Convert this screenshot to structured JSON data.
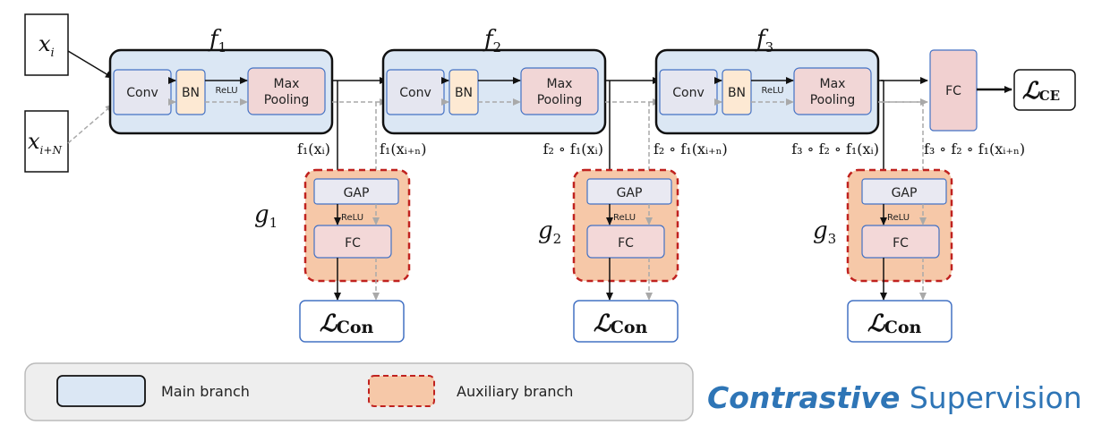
{
  "inputs": {
    "xi": "x",
    "xi_sub": "i",
    "xin": "x",
    "xin_sub": "i+N"
  },
  "stages": [
    {
      "fname": "f",
      "fsub": "1",
      "gname": "g",
      "gsub": "1",
      "main_label": "f₁(xᵢ)",
      "aux_label": "f₁(xᵢ₊ₙ)"
    },
    {
      "fname": "f",
      "fsub": "2",
      "gname": "g",
      "gsub": "2",
      "main_label": "f₂ ∘ f₁(xᵢ)",
      "aux_label": "f₂ ∘ f₁(xᵢ₊ₙ)"
    },
    {
      "fname": "f",
      "fsub": "3",
      "gname": "g",
      "gsub": "3",
      "main_label": "f₃ ∘ f₂ ∘ f₁(xᵢ)",
      "aux_label": "f₃ ∘ f₂ ∘ f₁(xᵢ₊ₙ)"
    }
  ],
  "blocks": {
    "conv": "Conv",
    "bn": "BN",
    "relu": "ReLU",
    "max": "Max",
    "pooling": "Pooling",
    "gap": "GAP",
    "fc": "FC"
  },
  "loss": {
    "symbol": "ℒ",
    "con": "Con",
    "ce": "CE"
  },
  "legend": {
    "main": "Main branch",
    "aux": "Auxiliary branch"
  },
  "title": {
    "emph": "Contrastive",
    "rest": " Supervision"
  },
  "colors": {
    "main_fill": "#dbe7f4",
    "main_stroke": "#111111",
    "aux_fill": "#f6c8a8",
    "aux_stroke": "#c0221f",
    "conv_fill": "#e5e6f0",
    "bn_fill": "#fde9d3",
    "pool_fill": "#f1d6d6",
    "gap_fill": "#e9e9f2",
    "fcg_fill": "#f3d8d8",
    "fc_fill": "#f1d0d0",
    "box_blue": "#4472c4",
    "legend_fill": "#eeeeee",
    "legend_stroke": "#bbbbbb",
    "title_blue": "#2e75b6"
  }
}
